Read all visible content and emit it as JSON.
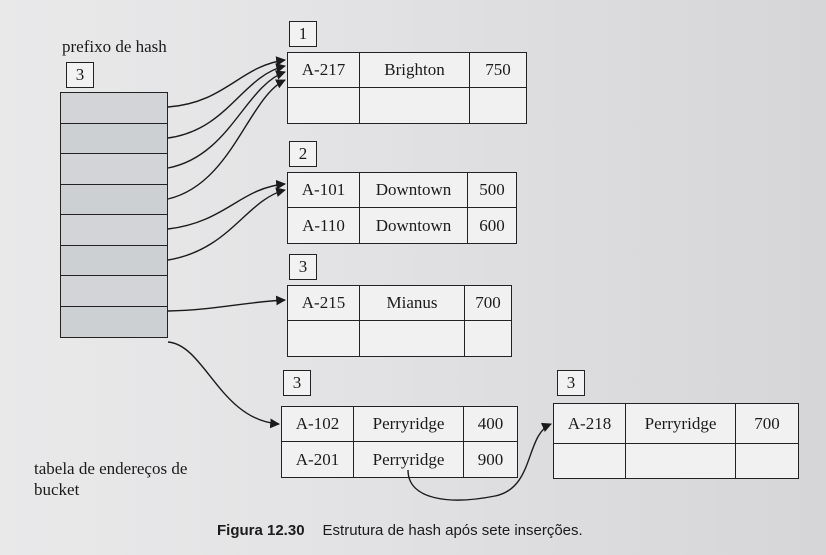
{
  "directory": {
    "label": "prefixo de hash",
    "depth": "3",
    "cells": 8,
    "footer_line1": "tabela de endereços de",
    "footer_line2": "bucket"
  },
  "buckets": {
    "b1": {
      "depth": "1",
      "rows": [
        [
          "A-217",
          "Brighton",
          "750"
        ],
        [
          "",
          "",
          ""
        ]
      ]
    },
    "b2": {
      "depth": "2",
      "rows": [
        [
          "A-101",
          "Downtown",
          "500"
        ],
        [
          "A-110",
          "Downtown",
          "600"
        ]
      ]
    },
    "b3": {
      "depth": "3",
      "rows": [
        [
          "A-215",
          "Mianus",
          "700"
        ],
        [
          "",
          "",
          ""
        ]
      ]
    },
    "b4": {
      "depth": "3",
      "rows": [
        [
          "A-102",
          "Perryridge",
          "400"
        ],
        [
          "A-201",
          "Perryridge",
          "900"
        ]
      ]
    },
    "b5": {
      "depth": "3",
      "rows": [
        [
          "A-218",
          "Perryridge",
          "700"
        ]
      ]
    }
  },
  "caption": {
    "number": "Figura 12.30",
    "text": "Estrutura de hash após sete inserções."
  }
}
